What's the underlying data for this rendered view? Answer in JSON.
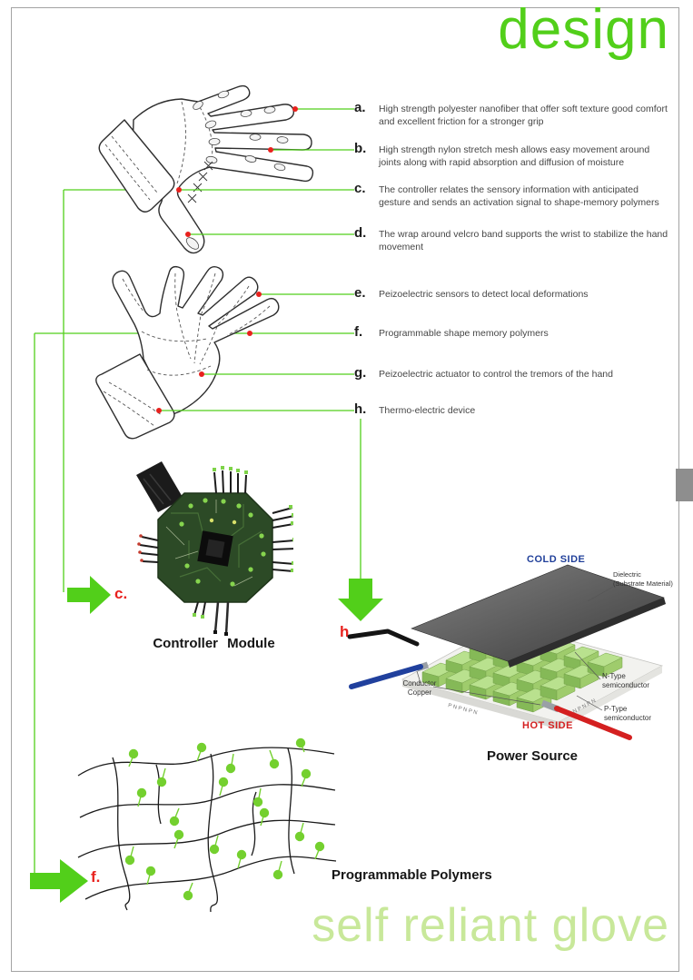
{
  "titles": {
    "top": "design",
    "bottom": "self reliant glove"
  },
  "annotations": [
    {
      "letter": "a.",
      "text": "High strength polyester nanofiber that offer soft texture good comfort and excellent friction for a stronger grip"
    },
    {
      "letter": "b.",
      "text": "High strength nylon stretch mesh allows easy movement around joints along with rapid absorption and diffusion of moisture"
    },
    {
      "letter": "c.",
      "text": "The controller relates the sensory information with anticipated gesture and sends an activation signal to shape-memory polymers"
    },
    {
      "letter": "d.",
      "text": "The wrap around velcro band supports the wrist to stabilize the hand movement"
    },
    {
      "letter": "e.",
      "text": "Peizoelectric sensors to detect local deformations"
    },
    {
      "letter": "f.",
      "text": "Programmable shape memory polymers"
    },
    {
      "letter": "g.",
      "text": "Peizoelectric actuator to control the tremors of the hand"
    },
    {
      "letter": "h.",
      "text": "Thermo-electric device"
    }
  ],
  "arrows": {
    "controller": {
      "label": "c."
    },
    "power": {
      "label": "h."
    },
    "polymers": {
      "label": "f."
    }
  },
  "modules": {
    "controller": {
      "caption": "Controller Module"
    },
    "power": {
      "caption": "Power Source",
      "labels": {
        "cold_side": "COLD SIDE",
        "hot_side": "HOT SIDE",
        "dielectric_1": "Dielectric",
        "dielectric_2": "(Substrate Material)",
        "conductor_1": "Conductor",
        "conductor_2": "Copper",
        "n_type_1": "N-Type",
        "n_type_2": "semiconductor",
        "p_type_1": "P-Type",
        "p_type_2": "semiconductor"
      },
      "cell_markings": "P N P N P N"
    },
    "polymers": {
      "caption": "Programmable Polymers"
    }
  },
  "colors": {
    "accent_green": "#52cf1a",
    "pale_green": "#c8e89a",
    "marker_red": "#e8211d",
    "cold_blue": "#21409a",
    "hot_red": "#d42020"
  }
}
